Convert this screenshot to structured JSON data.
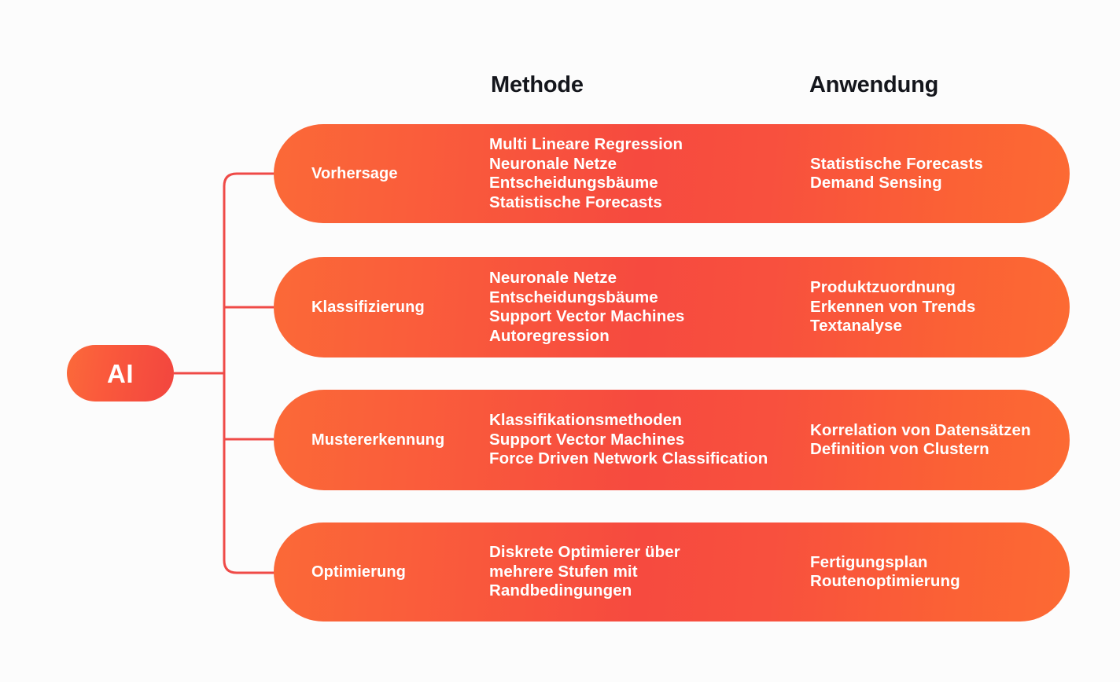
{
  "background_color": "#fcfcfc",
  "accent_colors": {
    "orange": "#fb6a33",
    "red": "#f4453f",
    "connector_line": "#ef4a47",
    "text_on_bar": "#ffffff",
    "heading_text": "#14161c"
  },
  "root": {
    "label": "AI"
  },
  "headers": {
    "method": "Methode",
    "application": "Anwendung"
  },
  "rows": [
    {
      "category": "Vorhersage",
      "methods": [
        "Multi Lineare Regression",
        "Neuronale Netze",
        "Entscheidungsbäume",
        "Statistische Forecasts"
      ],
      "applications": [
        "Statistische Forecasts",
        "Demand Sensing"
      ]
    },
    {
      "category": "Klassifizierung",
      "methods": [
        "Neuronale Netze",
        "Entscheidungsbäume",
        "Support Vector Machines",
        "Autoregression"
      ],
      "applications": [
        "Produktzuordnung",
        "Erkennen von Trends",
        "Textanalyse"
      ]
    },
    {
      "category": "Mustererkennung",
      "methods": [
        "Klassifikationsmethoden",
        "Support Vector Machines",
        "Force Driven Network Classification"
      ],
      "applications": [
        "Korrelation von Datensätzen",
        "Definition von Clustern"
      ]
    },
    {
      "category": "Optimierung",
      "methods": [
        "Diskrete Optimierer über",
        "mehrere Stufen mit",
        "Randbedingungen"
      ],
      "applications": [
        "Fertigungsplan",
        "Routenoptimierung"
      ]
    }
  ]
}
